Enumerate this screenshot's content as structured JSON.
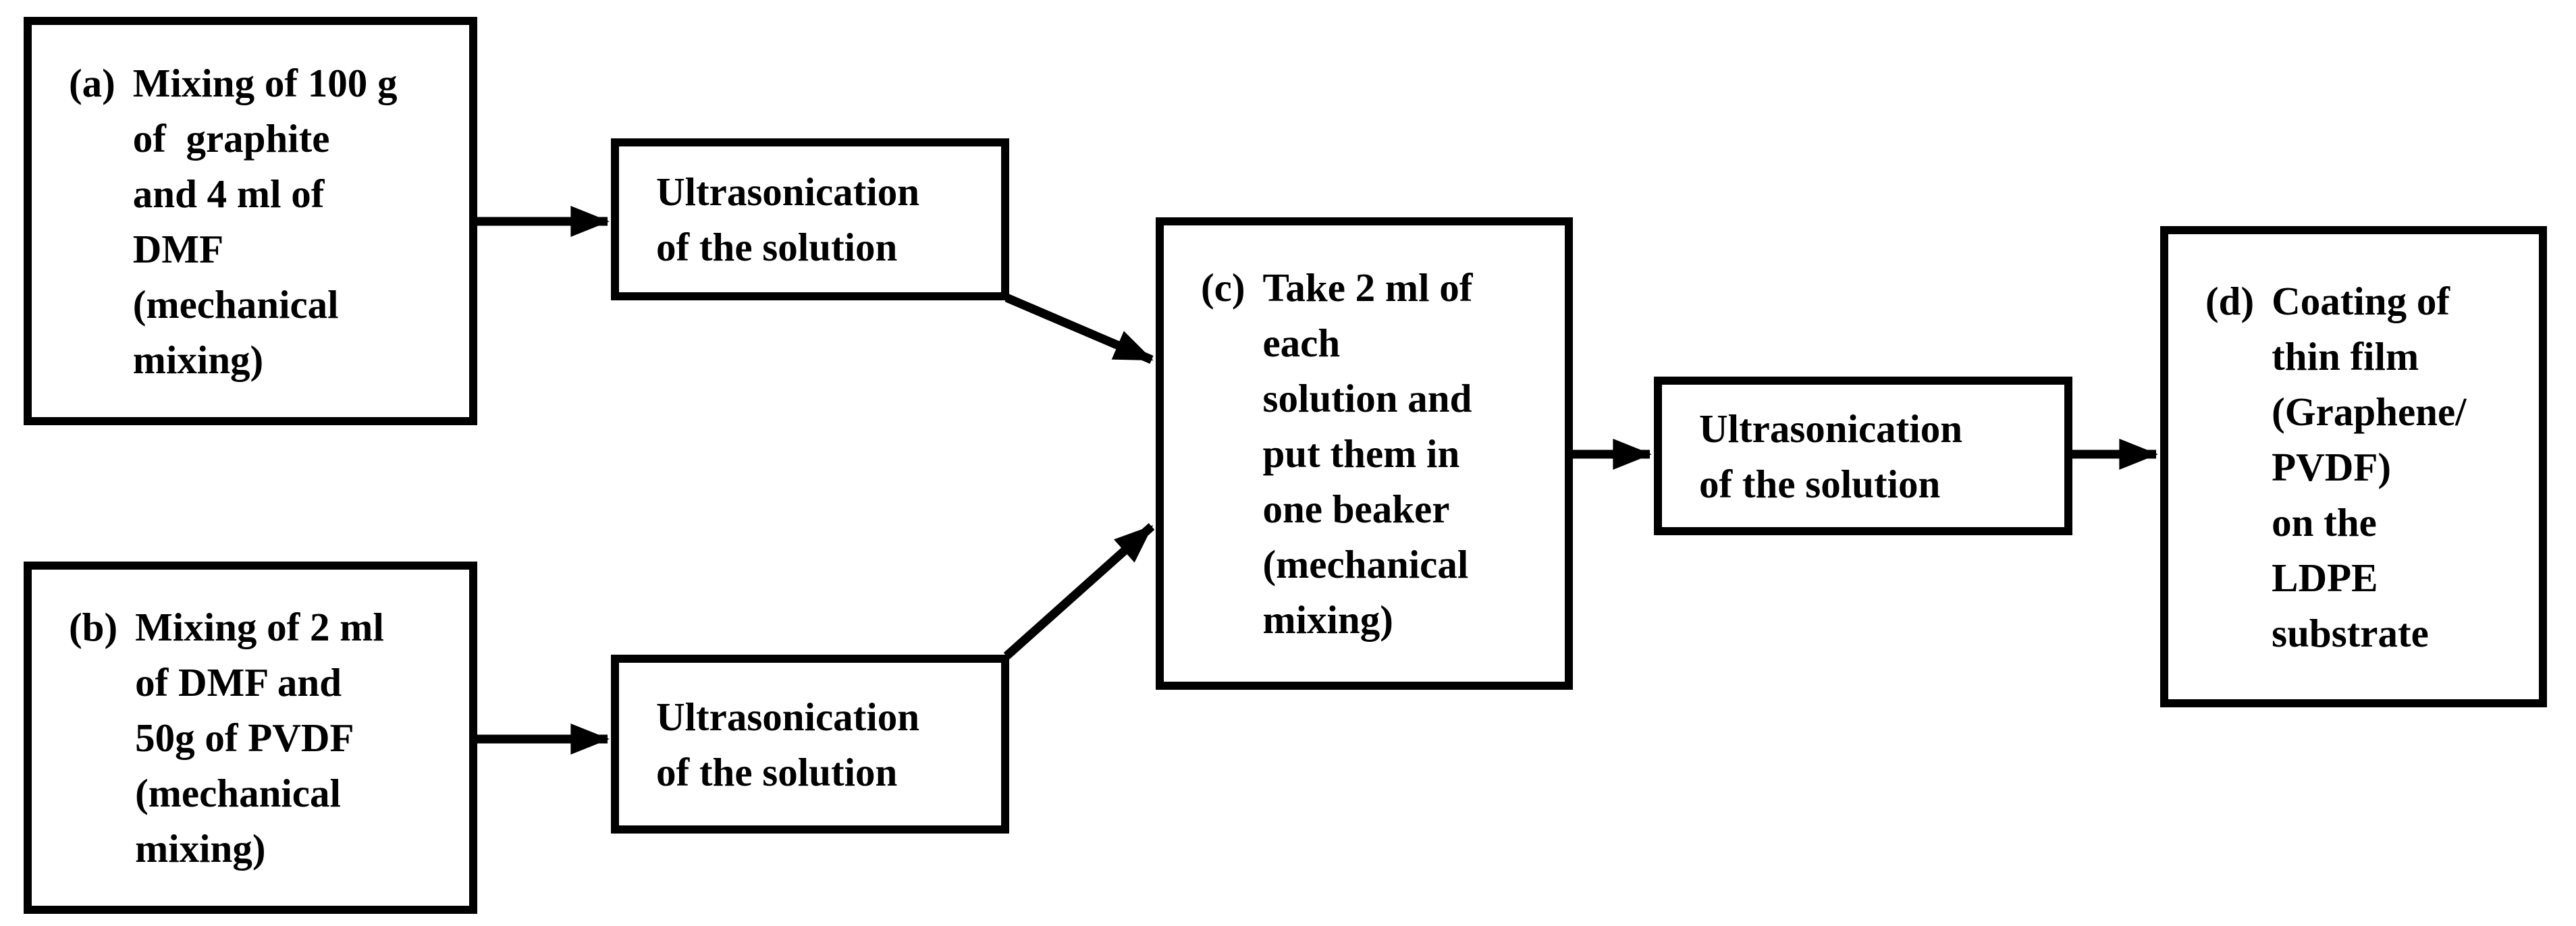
{
  "diagram": {
    "background_color": "#ffffff",
    "line_color": "#000000",
    "boxes": {
      "a": {
        "prefix": "(a)",
        "lines": [
          "Mixing of 100 g",
          "of  graphite",
          "and 4 ml of",
          "DMF",
          "(mechanical",
          "mixing)"
        ]
      },
      "ultrasonication_1": {
        "lines": [
          "Ultrasonication",
          "of the solution"
        ]
      },
      "b": {
        "prefix": "(b)",
        "lines": [
          "Mixing of 2 ml",
          "of DMF and",
          "50g of PVDF",
          "(mechanical",
          "mixing)"
        ]
      },
      "ultrasonication_2": {
        "lines": [
          "Ultrasonication",
          "of the solution"
        ]
      },
      "c": {
        "prefix": "(c)",
        "lines": [
          "Take 2 ml of",
          "each",
          "solution and",
          "put them in",
          "one beaker",
          "(mechanical",
          "mixing)"
        ]
      },
      "ultrasonication_3": {
        "lines": [
          "Ultrasonication",
          "of the solution"
        ]
      },
      "d": {
        "prefix": "(d)",
        "lines": [
          "Coating of",
          "thin film",
          "(Graphene/",
          "PVDF)",
          "on the",
          "LDPE",
          "substrate"
        ]
      }
    },
    "arrows": [
      {
        "from": "a",
        "to": "ultrasonication_1"
      },
      {
        "from": "ultrasonication_1",
        "to": "c"
      },
      {
        "from": "b",
        "to": "ultrasonication_2"
      },
      {
        "from": "ultrasonication_2",
        "to": "c"
      },
      {
        "from": "c",
        "to": "ultrasonication_3"
      },
      {
        "from": "ultrasonication_3",
        "to": "d"
      }
    ]
  }
}
